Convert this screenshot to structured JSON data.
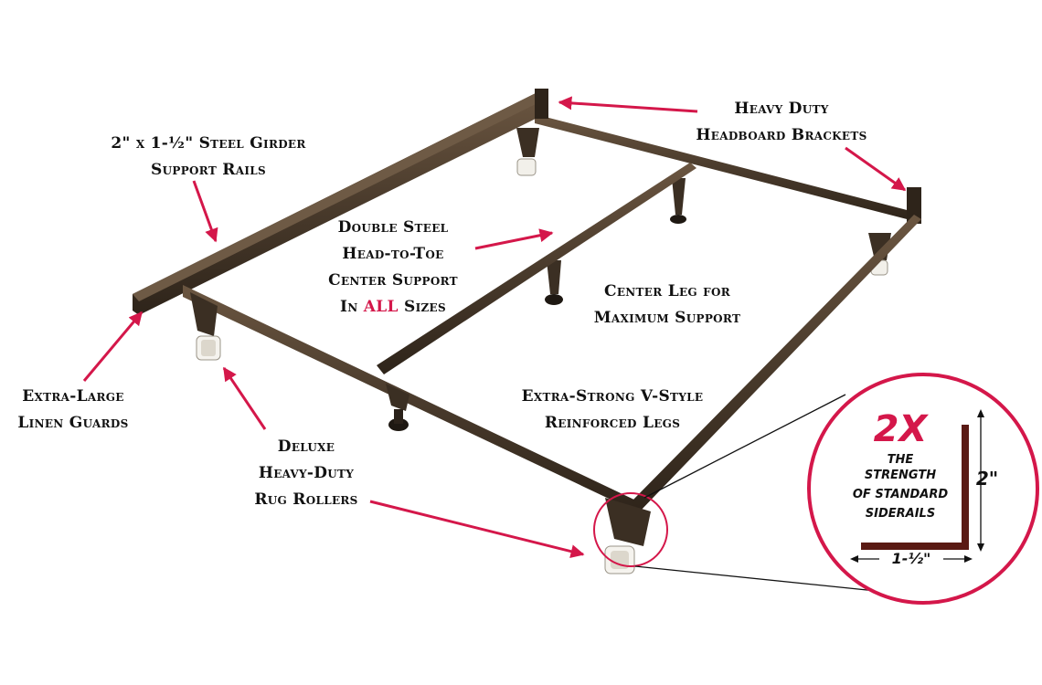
{
  "labels": {
    "steel_girder": {
      "line1": "2\" x 1-½\" Steel Girder",
      "line2": "Support Rails"
    },
    "headboard": {
      "line1": "Heavy Duty",
      "line2": "Headboard Brackets"
    },
    "center_support": {
      "line1": "Double Steel",
      "line2": "Head-to-Toe",
      "line3": "Center Support",
      "line4_pre": "In ",
      "line4_hl": "ALL",
      "line4_post": " Sizes"
    },
    "center_leg": {
      "line1": "Center Leg for",
      "line2": "Maximum Support"
    },
    "linen_guards": {
      "line1": "Extra-Large",
      "line2": "Linen Guards"
    },
    "v_style": {
      "line1": "Extra-Strong V-Style",
      "line2": "Reinforced Legs"
    },
    "rug_rollers": {
      "line1": "Deluxe",
      "line2": "Heavy-Duty",
      "line3": "Rug Rollers"
    }
  },
  "callout": {
    "multiplier": "2X",
    "line1": "THE",
    "line2": "STRENGTH",
    "line3": "OF STANDARD",
    "line4": "SIDERAILS",
    "height_dim": "2\"",
    "width_dim": "1-½\""
  },
  "colors": {
    "arrow": "#d4174a",
    "frame": "#4a3b2c",
    "frame_dark": "#2e241a",
    "circle": "#d4174a",
    "rail_profile": "#5a1a14"
  }
}
